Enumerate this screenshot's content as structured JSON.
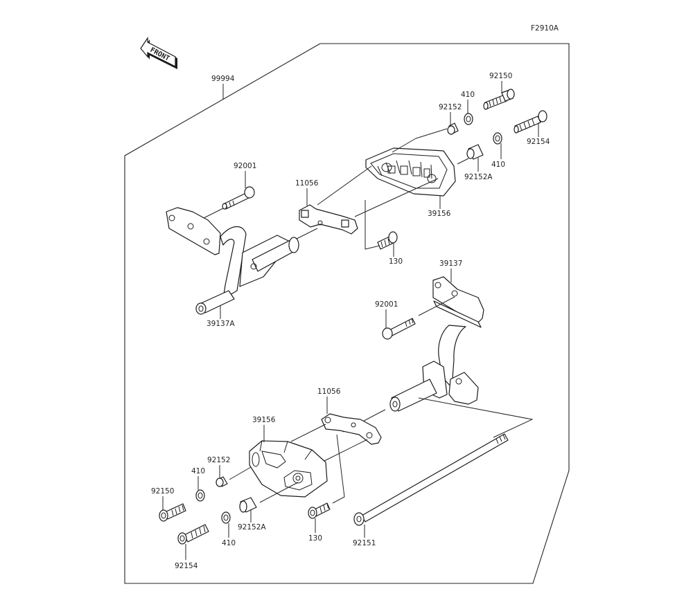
{
  "figure_code": "F2910A",
  "front_indicator": {
    "label": "FRONT",
    "icon": "front-arrow-icon"
  },
  "kit": {
    "part_number": "99994"
  },
  "callouts": {
    "upper": {
      "bolt_top_a": "92150",
      "washer_top_a": "410",
      "collar_top": "92152",
      "bolt_top_b": "92154",
      "washer_top_b": "410",
      "collar_top_a": "92152A",
      "slider_top": "39156",
      "plate_top": "11056",
      "bolt_flange_top": "92001",
      "screw_top": "130",
      "bracket_left": "39137A"
    },
    "lower": {
      "bracket_right": "39137",
      "bolt_flange_mid": "92001",
      "plate_bottom": "11056",
      "slider_bottom": "39156",
      "collar_bottom": "92152",
      "washer_bottom_a": "410",
      "bolt_bottom_a": "92150",
      "bolt_bottom_b": "92154",
      "washer_bottom_b": "410",
      "collar_bottom_a": "92152A",
      "screw_bottom": "130",
      "long_bolt": "92151"
    }
  }
}
